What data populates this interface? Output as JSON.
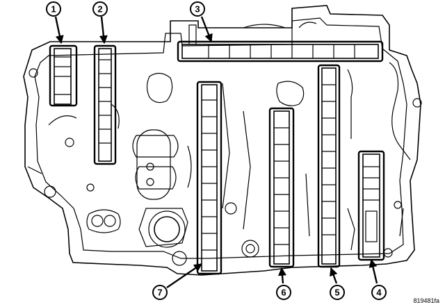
{
  "callouts": [
    {
      "label": "1"
    },
    {
      "label": "2"
    },
    {
      "label": "3"
    },
    {
      "label": "4"
    },
    {
      "label": "5"
    },
    {
      "label": "6"
    },
    {
      "label": "7"
    }
  ],
  "figure_code": "819481fa"
}
